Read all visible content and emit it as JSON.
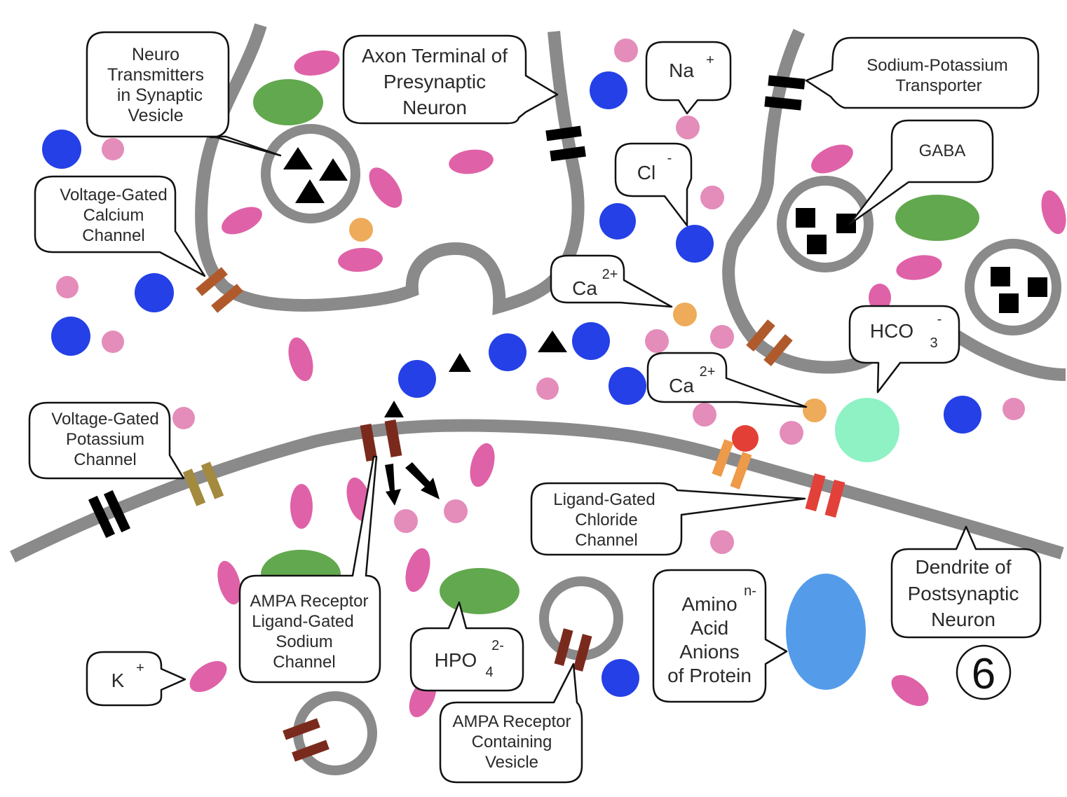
{
  "figure": {
    "title": "Synapse diagram",
    "panel_number": "6"
  },
  "colors": {
    "membrane": "#8a8a8a",
    "sodium_ion": "#e48cba",
    "chloride_ion": "#2440e6",
    "potassium_ion": "#df62a8",
    "calcium_ion": "#eeab5a",
    "phosphate_ion": "#62a84e",
    "bicarbonate_ion": "#8ef2c4",
    "protein_anion": "#549cea",
    "ligand": "#e33f36",
    "vg_calcium_channel": "#b05a2c",
    "vg_potassium_channel": "#a48a3e",
    "ampa_receptor": "#7a2a1c",
    "na_k_transporter": "#000000",
    "ligand_gated_chloride_channel": "#e2413a",
    "gaba_receptor": "#ee9a48",
    "neurotransmitter": "#000000"
  },
  "labels": {
    "neurotransmitters": [
      "Neuro",
      "Transmitters",
      "in Synaptic",
      "Vesicle"
    ],
    "axon_terminal": [
      "Axon Terminal of",
      "Presynaptic",
      "Neuron"
    ],
    "sodium": {
      "symbol": "Na",
      "charge": "+"
    },
    "sodium_potassium": [
      "Sodium-Potassium",
      "Transporter"
    ],
    "chloride": {
      "symbol": "Cl",
      "charge": "-"
    },
    "gaba": "GABA",
    "vg_calcium": [
      "Voltage-Gated",
      "Calcium",
      "Channel"
    ],
    "calcium_top": {
      "symbol": "Ca",
      "charge": "2+"
    },
    "calcium_bottom": {
      "symbol": "Ca",
      "charge": "2+"
    },
    "bicarbonate": {
      "symbol": "HCO",
      "subscript": "3",
      "charge": "-"
    },
    "vg_potassium": [
      "Voltage-Gated",
      "Potassium",
      "Channel"
    ],
    "ligand_gated_chloride": [
      "Ligand-Gated",
      "Chloride",
      "Channel"
    ],
    "dendrite": [
      "Dendrite of",
      "Postsynaptic",
      "Neuron"
    ],
    "ampa_receptor": [
      "AMPA Receptor",
      "Ligand-Gated",
      "Sodium",
      "Channel"
    ],
    "phosphate": {
      "symbol": "HPO",
      "subscript": "4",
      "charge": "2-"
    },
    "potassium": {
      "symbol": "K",
      "charge": "+"
    },
    "ampa_vesicle": [
      "AMPA Receptor",
      "Containing",
      "Vesicle"
    ],
    "protein_anions": {
      "lines": [
        "Amino",
        "Acid",
        "Anions",
        "of Protein"
      ],
      "charge": "n-"
    }
  }
}
